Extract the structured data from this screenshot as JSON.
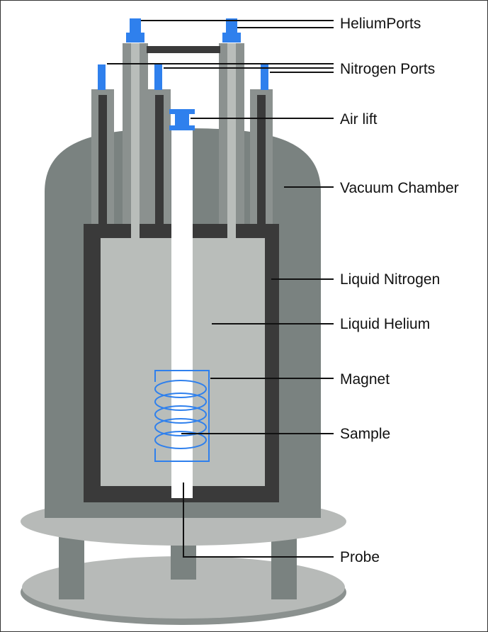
{
  "labels": {
    "helium_ports": "HeliumPorts",
    "nitrogen_ports": "Nitrogen Ports",
    "air_lift": "Air lift",
    "vacuum_chamber": "Vacuum Chamber",
    "liquid_nitrogen": "Liquid Nitrogen",
    "liquid_helium": "Liquid Helium",
    "magnet": "Magnet",
    "sample": "Sample",
    "probe": "Probe"
  },
  "colors": {
    "vessel_dark_gray": "#7a8280",
    "vessel_mid_gray": "#8b918f",
    "wall_charcoal": "#3a3a3a",
    "liquid_light_gray": "#b9bdba",
    "platform_light_gray": "#b7bab8",
    "port_blue": "#2f80ed",
    "magnet_coil_blue": "#2f80ed",
    "probe_white": "#ffffff"
  }
}
